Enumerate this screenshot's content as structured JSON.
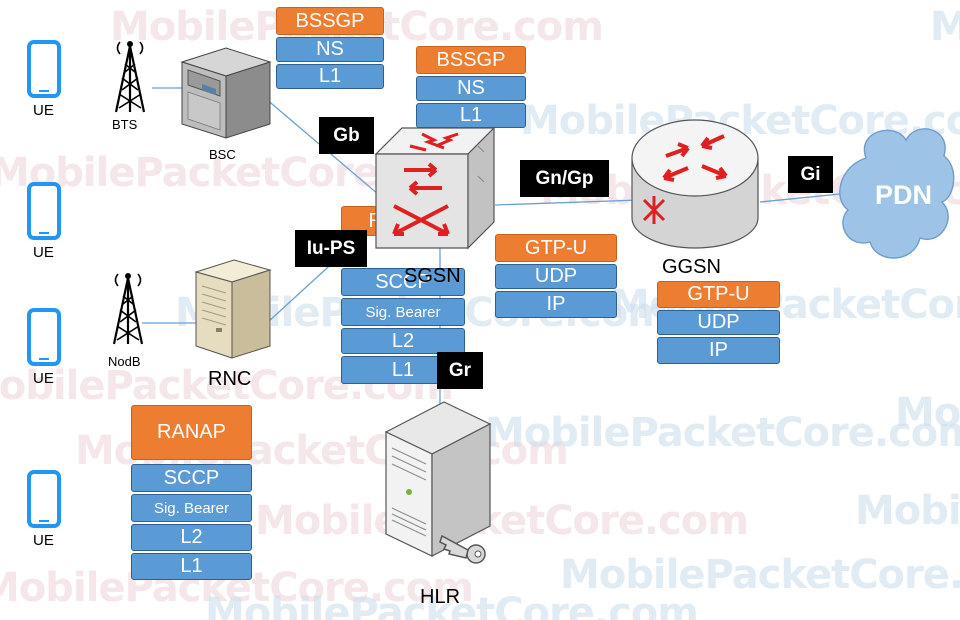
{
  "watermark": "MobilePacketCore.com",
  "colors": {
    "orange": "#ed7d31",
    "blue": "#5b9bd5",
    "tag": "#000000",
    "phone": "#2196f3",
    "cloud": "#9dc3e6"
  },
  "ue_label": "UE",
  "nodes": {
    "bts": "BTS",
    "bsc": "BSC",
    "nodeb": "NodB",
    "rnc": "RNC",
    "sgsn": "SGSN",
    "ggsn": "GGSN",
    "hlr": "HLR",
    "pdn": "PDN"
  },
  "interfaces": {
    "gb": "Gb",
    "iups": "Iu-PS",
    "gngp": "Gn/Gp",
    "gi": "Gi",
    "gr": "Gr"
  },
  "stacks": {
    "gb_bsc": [
      "BSSGP",
      "NS",
      "L1"
    ],
    "gb_sgsn": [
      "BSSGP",
      "NS",
      "L1"
    ],
    "iu_sgsn": [
      "RANAP",
      "SCCP",
      "Sig. Bearer",
      "L2",
      "L1"
    ],
    "gn_sgsn": [
      "GTP-U",
      "UDP",
      "IP"
    ],
    "gn_ggsn": [
      "GTP-U",
      "UDP",
      "IP"
    ],
    "iu_rnc": [
      "RANAP",
      "SCCP",
      "Sig. Bearer",
      "L2",
      "L1"
    ]
  },
  "icons": [
    "phone-icon",
    "tower-icon",
    "bsc-cabinet-icon",
    "rnc-cabinet-icon",
    "sgsn-switch-icon",
    "ggsn-router-icon",
    "hlr-server-icon",
    "key-icon",
    "cloud-icon"
  ]
}
